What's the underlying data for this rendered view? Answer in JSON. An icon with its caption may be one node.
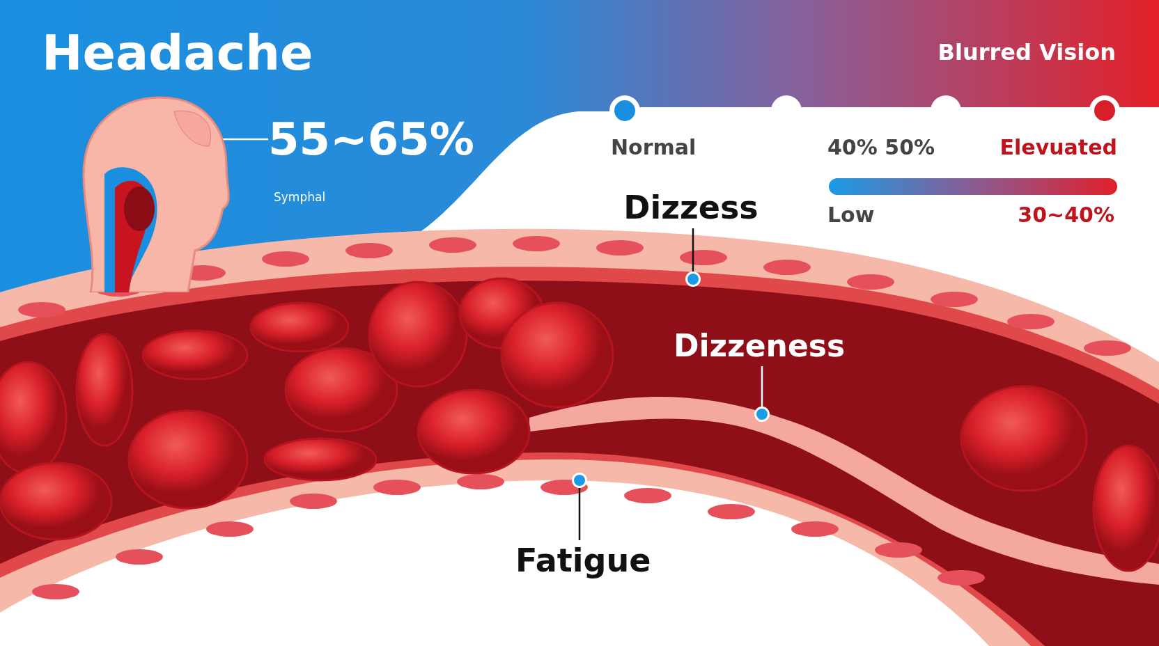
{
  "diagram": {
    "title": "Headache",
    "nodes": [
      {
        "text": [],
        "shape": "picture"
      },
      {
        "text": [
          "55~65%"
        ]
      },
      {
        "text": [
          "Dizzess"
        ]
      },
      {
        "text": [],
        "shape": "circle"
      },
      {
        "text": [
          "Dizzeness"
        ]
      },
      {
        "text": [],
        "shape": "circle"
      },
      {
        "text": [
          "Fatigue"
        ]
      },
      {
        "text": [],
        "shape": "circle"
      },
      {
        "text": [],
        "shape": "bar"
      }
    ],
    "edges": [
      {
        "from": 1,
        "to": 0,
        "arrow": "none"
      },
      {
        "from": 2,
        "to": 3,
        "arrow": "none",
        "color": "#111111"
      },
      {
        "from": 4,
        "to": 5,
        "arrow": "none"
      },
      {
        "from": 6,
        "to": 7,
        "arrow": "none",
        "color": "#111111"
      }
    ],
    "labels": [
      "Blurred Vision",
      "Symphal",
      "Normal",
      "40% 50%",
      "Elevuated",
      "Low",
      "30~40%"
    ]
  }
}
